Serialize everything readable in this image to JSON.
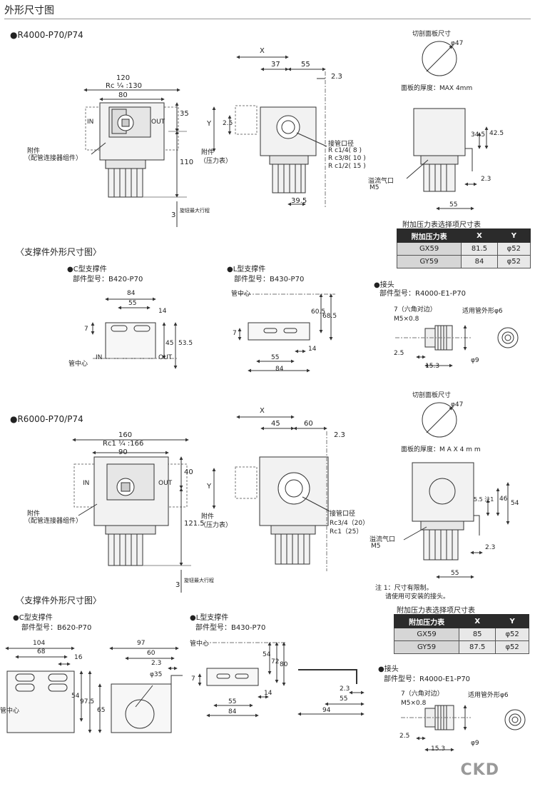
{
  "page": {
    "title": "外形尺寸图",
    "footnote_1": "注 1：尺寸有限制。",
    "footnote_2": "请使用可安装的接头。"
  },
  "sections": {
    "r4000": {
      "heading": "●R4000-P70/P74",
      "front": {
        "w120": "120",
        "rc": "Rc ¼ :130",
        "w80": "80",
        "in": "IN",
        "out": "OUT",
        "h35": "35",
        "h110": "110",
        "h3": "3",
        "adj": "旋钮最大行程",
        "acc1": "附件",
        "acc2": "（配管连接器组件）"
      },
      "side": {
        "x": "X",
        "d37": "37",
        "d55": "55",
        "d23": "2.3",
        "y": "Y",
        "d25": "2.5",
        "g1": "附件",
        "g2": "（压力表）",
        "port": "接管口径",
        "p1": "R c1/4( 8 )",
        "p2": "R c3/8( 10 )",
        "p3": "R c1/2( 15 )",
        "d395": "39.5"
      },
      "panel": {
        "cut": "切剖面板尺寸",
        "dia": "φ47",
        "thick": "面板的厚度：MAX 4mm",
        "d345": "34.5",
        "d425": "42.5",
        "relief1": "溢流气口",
        "relief2": "M5",
        "d23": "2.3",
        "d55": "55"
      },
      "table": {
        "caption": "附加压力表选择项尺寸表",
        "h1": "附加压力表",
        "h2": "X",
        "h3": "Y",
        "rows": [
          [
            "GX59",
            "81.5",
            "φ52"
          ],
          [
            "GY59",
            "84",
            "φ52"
          ]
        ]
      },
      "bracket_heading": "〈支撑件外形尺寸图〉",
      "cbracket": {
        "name": "●C型支撑件",
        "part": "部件型号：B420-P70",
        "d84": "84",
        "d55": "55",
        "d14": "14",
        "d7": "7",
        "d45": "45",
        "d535": "53.5",
        "center": "管中心",
        "in": "IN",
        "out": "OUT"
      },
      "lbracket": {
        "name": "●L型支撑件",
        "part": "部件型号：B430-P70",
        "center": "管中心",
        "d605": "60.5",
        "d685": "68.5",
        "d7": "7",
        "d14": "14",
        "d55": "55",
        "d84": "84"
      },
      "fitting": {
        "name": "●接头",
        "part": "部件型号：R4000-E1-P70",
        "hex": "7（六角对边）",
        "m5": "M5×0.8",
        "tube": "适用管外形φ6",
        "d25": "2.5",
        "d153": "15.3",
        "d9": "φ9"
      }
    },
    "r6000": {
      "heading": "●R6000-P70/P74",
      "front": {
        "w160": "160",
        "rc": "Rc1 ¼ :166",
        "w90": "90",
        "in": "IN",
        "out": "OUT",
        "h40": "40",
        "h1215": "121.5",
        "h3": "3",
        "adj": "旋钮最大行程",
        "acc1": "附件",
        "acc2": "（配管连接器组件）"
      },
      "side": {
        "x": "X",
        "d45": "45",
        "d60": "60",
        "d23": "2.3",
        "y": "Y",
        "g1": "附件",
        "g2": "（压力表）",
        "port": "接管口径",
        "p1": "Rc3/4（20）",
        "p2": "Rc1（25）"
      },
      "panel": {
        "cut": "切剖面板尺寸",
        "dia": "φ47",
        "thick": "面板的厚度：M A X 4 m m",
        "d55n": "5.5 注1",
        "d46": "46",
        "d54": "54",
        "relief1": "溢流气口",
        "relief2": "M5",
        "d23": "2.3",
        "d55": "55"
      },
      "table": {
        "caption": "附加压力表选择项尺寸表",
        "h1": "附加压力表",
        "h2": "X",
        "h3": "Y",
        "rows": [
          [
            "GX59",
            "85",
            "φ52"
          ],
          [
            "GY59",
            "87.5",
            "φ52"
          ]
        ]
      },
      "bracket_heading": "〈支撑件外形尺寸图〉",
      "cbracket": {
        "name": "●C型支撑件",
        "part": "部件型号：B620-P70",
        "d104": "104",
        "d68": "68",
        "d16": "16",
        "d54": "54",
        "d975": "97.5",
        "d97": "97",
        "d60": "60",
        "d23": "2.3",
        "d35": "φ35",
        "d65": "65",
        "center": "管中心"
      },
      "lbracket": {
        "name": "●L型支撑件",
        "part": "部件型号：B430-P70",
        "center": "管中心",
        "d54": "54",
        "d72": "72",
        "d80": "80",
        "d7": "7",
        "d14": "14",
        "d55": "55",
        "d84": "84",
        "d23": "2.3",
        "d55b": "55",
        "d94": "94"
      },
      "fitting": {
        "name": "●接头",
        "part": "部件型号：R4000-E1-P70",
        "hex": "7（六角对边）",
        "m5": "M5×0.8",
        "tube": "适用管外形φ6",
        "d25": "2.5",
        "d153": "15.3",
        "d9": "φ9"
      }
    }
  },
  "brand": "CKD"
}
